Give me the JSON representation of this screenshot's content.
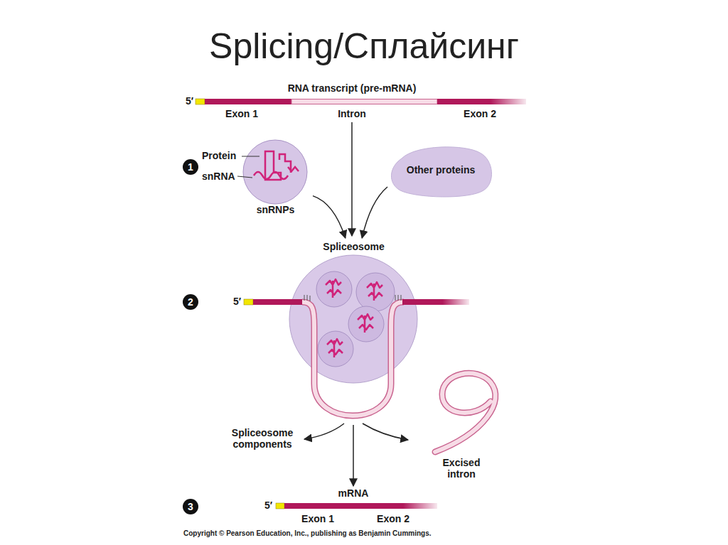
{
  "diagram": {
    "title": "Splicing/Сплайсинг",
    "caption": "Copyright © Pearson Education, Inc., publishing as Benjamin Cummings.",
    "nodes": [
      {
        "text": [
          "snRNPs"
        ]
      },
      {
        "text": [
          "Other proteins"
        ]
      },
      {
        "text": [
          "Spliceosome"
        ]
      }
    ],
    "edges": [
      {
        "from": 0,
        "to": 2,
        "arrow": "to"
      },
      {
        "from": 1,
        "to": 2,
        "arrow": "to"
      }
    ],
    "labels": [
      "5′",
      "RNA transcript (pre-mRNA)",
      "Exon 1",
      "Intron",
      "Exon 2",
      "1",
      "Protein",
      "snRNA",
      "2",
      "5′",
      "Spliceosome components",
      "Excised intron",
      "3",
      "mRNA",
      "5′",
      "Exon 1",
      "Exon 2"
    ]
  }
}
